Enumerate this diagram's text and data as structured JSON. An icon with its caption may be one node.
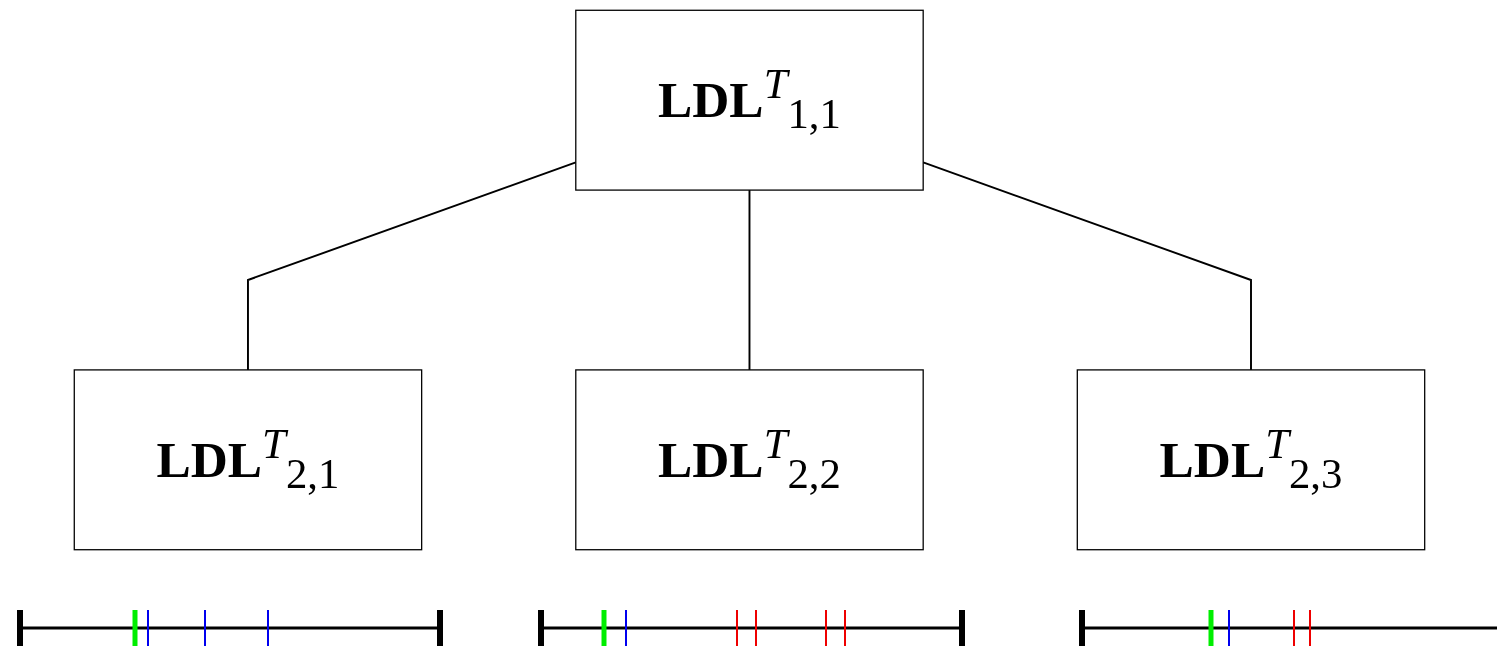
{
  "diagram": {
    "nodes": [
      {
        "text": [
          "LDL$^{T}$$_{1,1}$"
        ]
      },
      {
        "text": [
          "LDL$^{T}$$_{2,1}$"
        ]
      },
      {
        "text": [
          "LDL$^{T}$$_{2,2}$"
        ]
      },
      {
        "text": [
          "LDL$^{T}$$_{2,3}$"
        ]
      }
    ],
    "edges": [
      {
        "from": 0,
        "to": 1,
        "arrow": "none"
      },
      {
        "from": 0,
        "to": 2,
        "arrow": "none"
      },
      {
        "from": 0,
        "to": 3,
        "arrow": "none"
      }
    ]
  }
}
